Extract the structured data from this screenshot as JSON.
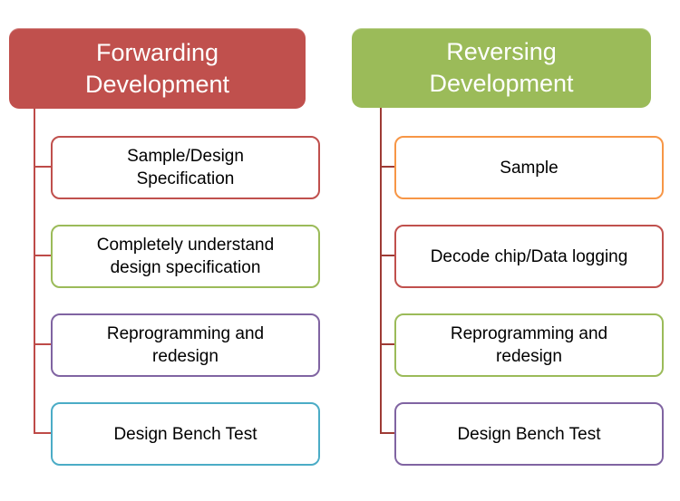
{
  "diagram": {
    "left_tree": {
      "title": "Forwarding\nDevelopment",
      "title_fill": "#c0504d",
      "title_text_color": "#ffffff",
      "connector_color": "#be4b48",
      "children": [
        {
          "label": "Sample/Design\nSpecification",
          "border_color": "#c0504d"
        },
        {
          "label": "Completely understand\ndesign specification",
          "border_color": "#9bbb59"
        },
        {
          "label": "Reprogramming and\nredesign",
          "border_color": "#8064a2"
        },
        {
          "label": "Design Bench Test",
          "border_color": "#4bacc6"
        }
      ]
    },
    "right_tree": {
      "title": "Reversing\nDevelopment",
      "title_fill": "#9bbb59",
      "title_text_color": "#ffffff",
      "connector_color": "#9e3b35",
      "children": [
        {
          "label": "Sample",
          "border_color": "#f79646"
        },
        {
          "label": "Decode chip/Data logging",
          "border_color": "#c0504d"
        },
        {
          "label": "Reprogramming and\nredesign",
          "border_color": "#9bbb59"
        },
        {
          "label": "Design Bench Test",
          "border_color": "#8064a2"
        }
      ]
    }
  }
}
